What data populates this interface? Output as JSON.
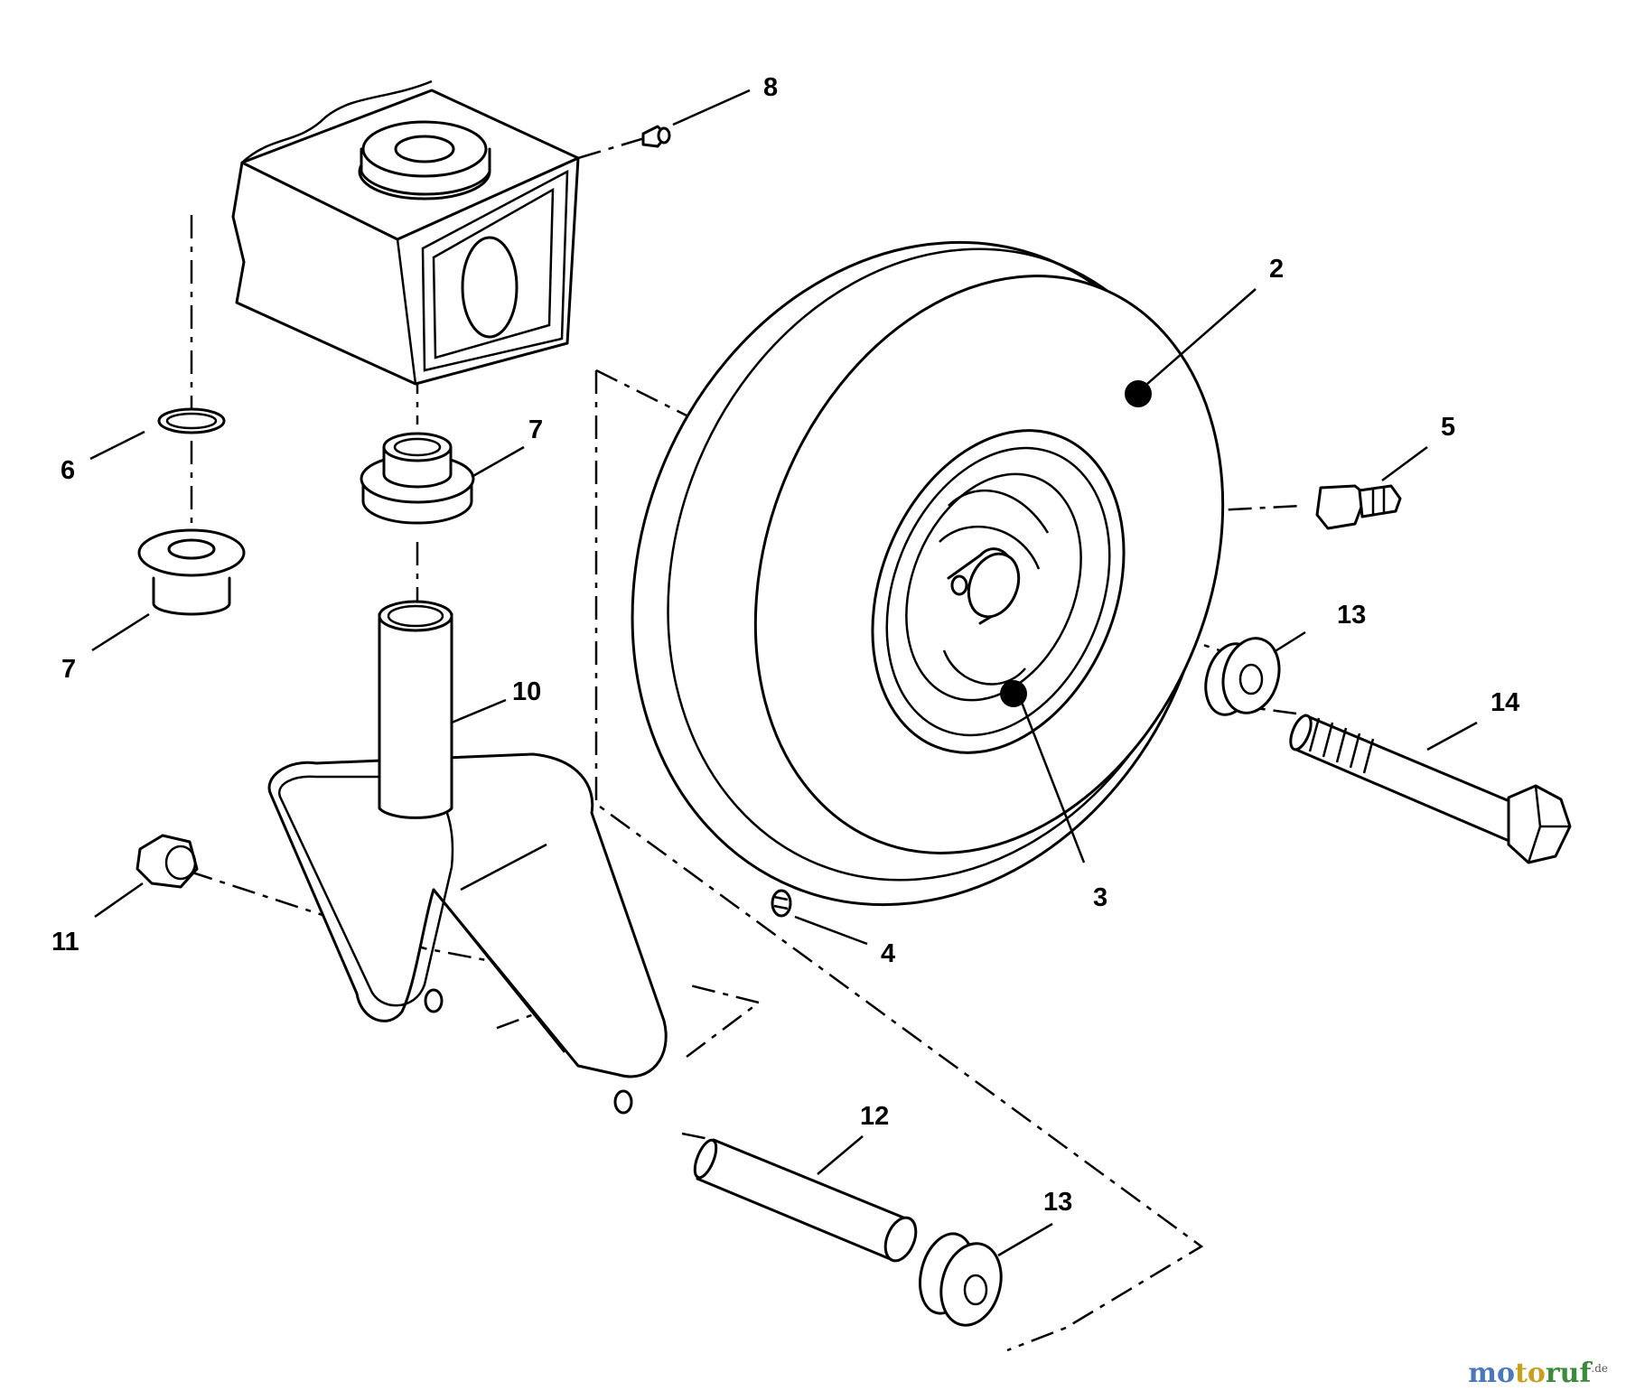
{
  "callouts": {
    "c2": "2",
    "c3": "3",
    "c4": "4",
    "c5": "5",
    "c6": "6",
    "c7a": "7",
    "c7b": "7",
    "c8": "8",
    "c10": "10",
    "c11": "11",
    "c12": "12",
    "c13a": "13",
    "c13b": "13",
    "c14": "14"
  },
  "watermark": {
    "part1": "mo",
    "part2": "to",
    "part3": "ruf",
    "suffix": ".de"
  },
  "colors": {
    "line": "#000000",
    "background": "#ffffff",
    "watermark_blue": "#4a78b8",
    "watermark_gold": "#c8a020",
    "watermark_green": "#3c8a3c"
  }
}
